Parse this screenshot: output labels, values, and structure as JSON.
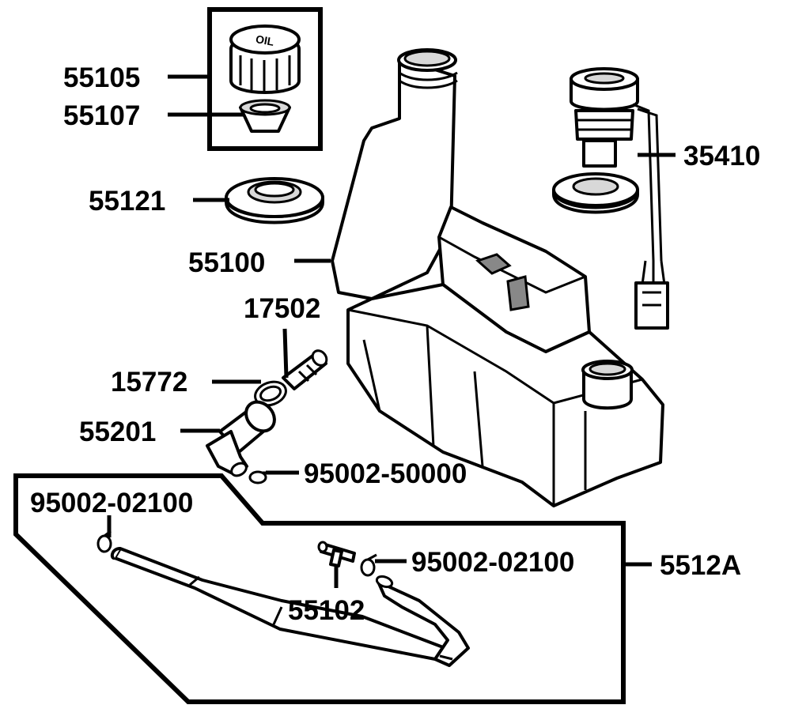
{
  "diagram": {
    "part_numbers": {
      "cap": "55105",
      "cap_gasket": "55107",
      "grommet": "55121",
      "tank": "55100",
      "sensor": "35410",
      "fitting": "17502",
      "clip": "15772",
      "elbow": "55201",
      "clamp_elbow": "95002-50000",
      "clamp_hose_left": "95002-02100",
      "clamp_hose_right": "95002-02100",
      "hose_assembly": "5512A",
      "joint": "55102"
    }
  }
}
